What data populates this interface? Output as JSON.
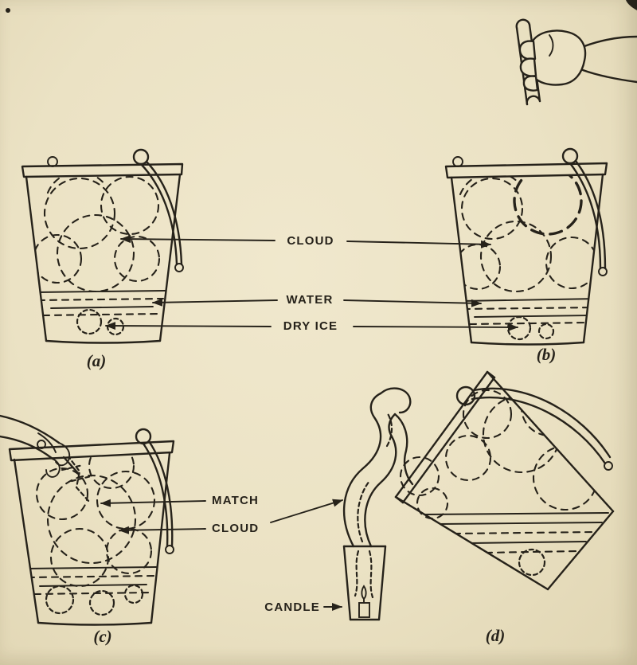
{
  "page": {
    "bg": "#ebe2c4",
    "ink": "#26221a"
  },
  "figure": {
    "top_labels": {
      "cloud": "CLOUD",
      "water": "WATER",
      "dry_ice": "DRY ICE"
    },
    "bottom_labels": {
      "match": "MATCH",
      "cloud": "CLOUD",
      "candle": "CANDLE"
    },
    "panels": {
      "a": "(a)",
      "b": "(b)",
      "c": "(c)",
      "d": "(d)"
    }
  }
}
